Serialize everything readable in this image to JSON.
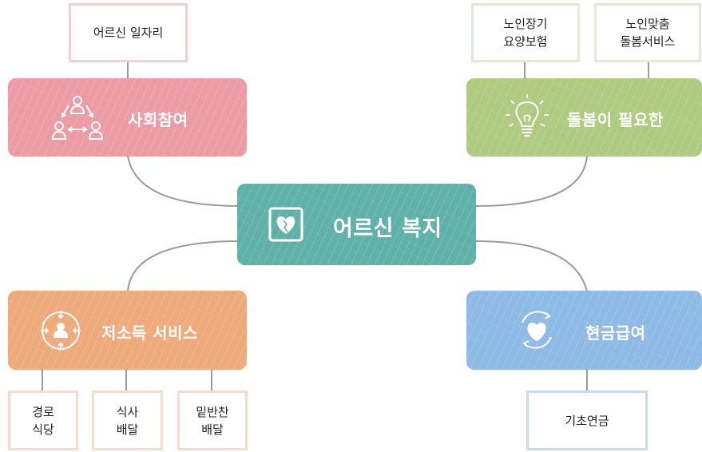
{
  "center": {
    "label": "어르신 복지",
    "icon": "heart-in-square-icon",
    "color": "#5fb0a8"
  },
  "branches": [
    {
      "id": "social",
      "label": "사회참여",
      "icon": "people-network-icon",
      "color": "#ec9ba4",
      "leaves": [
        {
          "lines": [
            "어르신 일자리"
          ]
        }
      ]
    },
    {
      "id": "care",
      "label": "돌봄이 필요한",
      "icon": "light-bulb-icon",
      "color": "#afcb80",
      "leaves": [
        {
          "lines": [
            "노인장기",
            "요양보험"
          ]
        },
        {
          "lines": [
            "노인맞춤",
            "돌봄서비스"
          ]
        }
      ]
    },
    {
      "id": "lowincome",
      "label": "저소득 서비스",
      "icon": "person-target-icon",
      "color": "#eeaa7b",
      "leaves": [
        {
          "lines": [
            "경로",
            "식당"
          ]
        },
        {
          "lines": [
            "식사",
            "배달"
          ]
        },
        {
          "lines": [
            "밑반찬",
            "배달"
          ]
        }
      ]
    },
    {
      "id": "cash",
      "label": "현금급여",
      "icon": "heart-cycle-icon",
      "color": "#8ebae6",
      "leaves": [
        {
          "lines": [
            "기초연금"
          ]
        }
      ]
    }
  ],
  "leaf_border_colors": {
    "social": "#f4cfcf",
    "care": "#e1ead3",
    "lowincome": "#f8dcc6",
    "cash": "#c6dbf0"
  }
}
